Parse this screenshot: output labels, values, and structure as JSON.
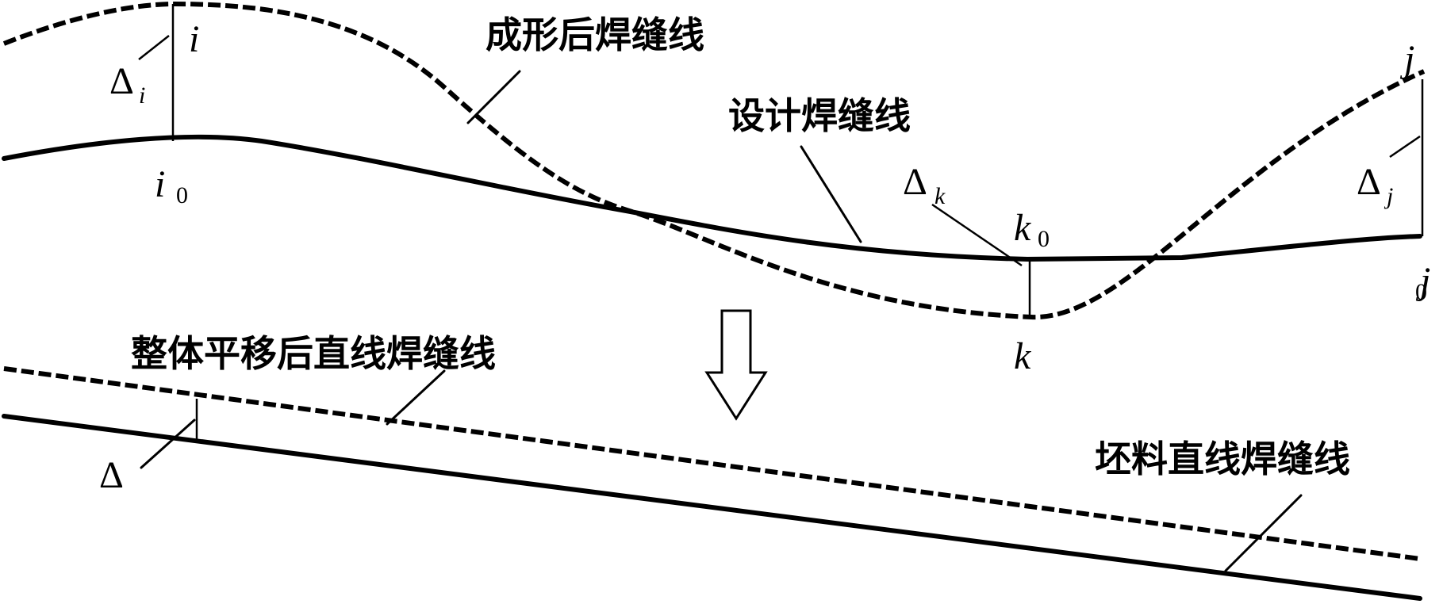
{
  "labels": {
    "formed_line": "成形后焊缝线",
    "design_line": "设计焊缝线",
    "shifted_line": "整体平移后直线焊缝线",
    "blank_line": "坯料直线焊缝线"
  },
  "symbols": {
    "delta": "Δ",
    "i": "i",
    "i0_base": "i",
    "i0_sub": "0",
    "delta_i_sub": "i",
    "j": "j",
    "j0_base": "j",
    "j0_sub": "0",
    "delta_j_sub": "j",
    "k": "k",
    "k0_base": "k",
    "k0_sub": "0",
    "delta_k_sub": "k"
  },
  "icons": {
    "transform_arrow": "down-hollow-arrow-icon"
  }
}
